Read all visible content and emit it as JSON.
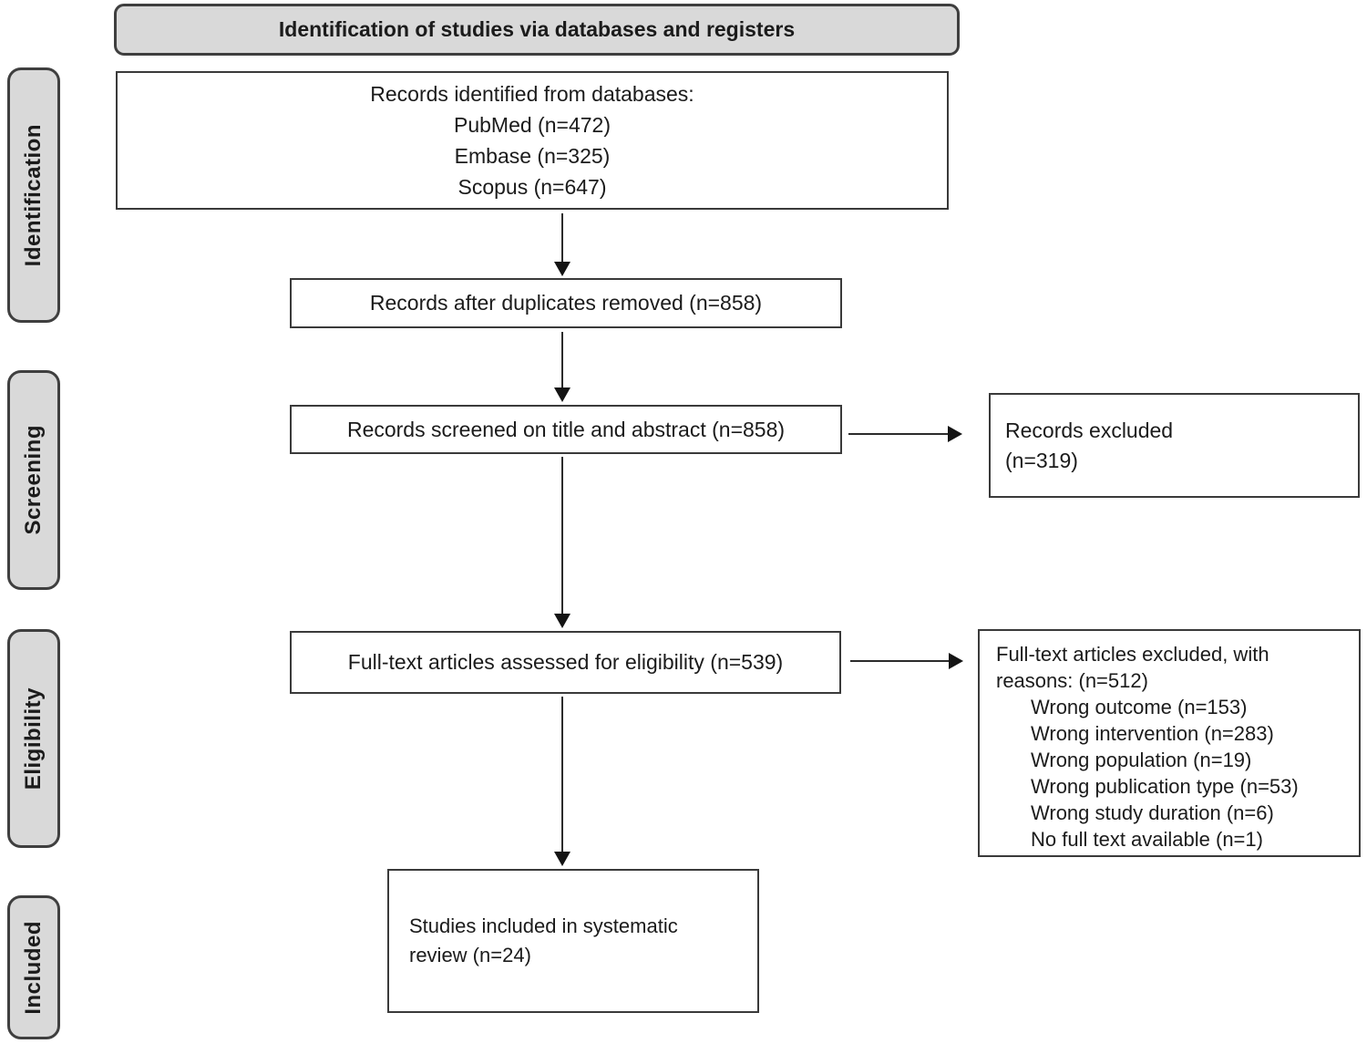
{
  "header": {
    "title": "Identification of studies via databases and registers"
  },
  "stages": {
    "identification": "Identification",
    "screening": "Screening",
    "eligibility": "Eligibility",
    "included": "Included"
  },
  "boxes": {
    "identified": {
      "line1": "Records identified from databases:",
      "line2": "PubMed (n=472)",
      "line3": "Embase (n=325)",
      "line4": "Scopus (n=647)"
    },
    "deduplicated": {
      "label": "Records after duplicates removed (n=858)"
    },
    "screened": {
      "label": "Records screened on title and abstract (n=858)"
    },
    "fulltext_assessed": {
      "label": "Full-text articles assessed for eligibility (n=539)"
    },
    "included": {
      "label": "Studies included in systematic review (n=24)"
    },
    "records_excluded": {
      "line1": "Records excluded",
      "line2": "(n=319)"
    },
    "fulltext_excluded": {
      "heading": "Full-text articles excluded, with reasons: (n=512)",
      "reason1": "Wrong outcome (n=153)",
      "reason2": "Wrong intervention (n=283)",
      "reason3": "Wrong population (n=19)",
      "reason4": "Wrong publication type (n=53)",
      "reason5": "Wrong study duration (n=6)",
      "reason6": "No full text available (n=1)"
    }
  },
  "colors": {
    "pill_fill": "#d9d9d9",
    "border_dark": "#3f3f3f",
    "box_border": "#3a3a3a",
    "box_fill": "#ffffff",
    "arrow": "#2b2b2b",
    "text": "#1b1b1b",
    "background": "#ffffff"
  }
}
